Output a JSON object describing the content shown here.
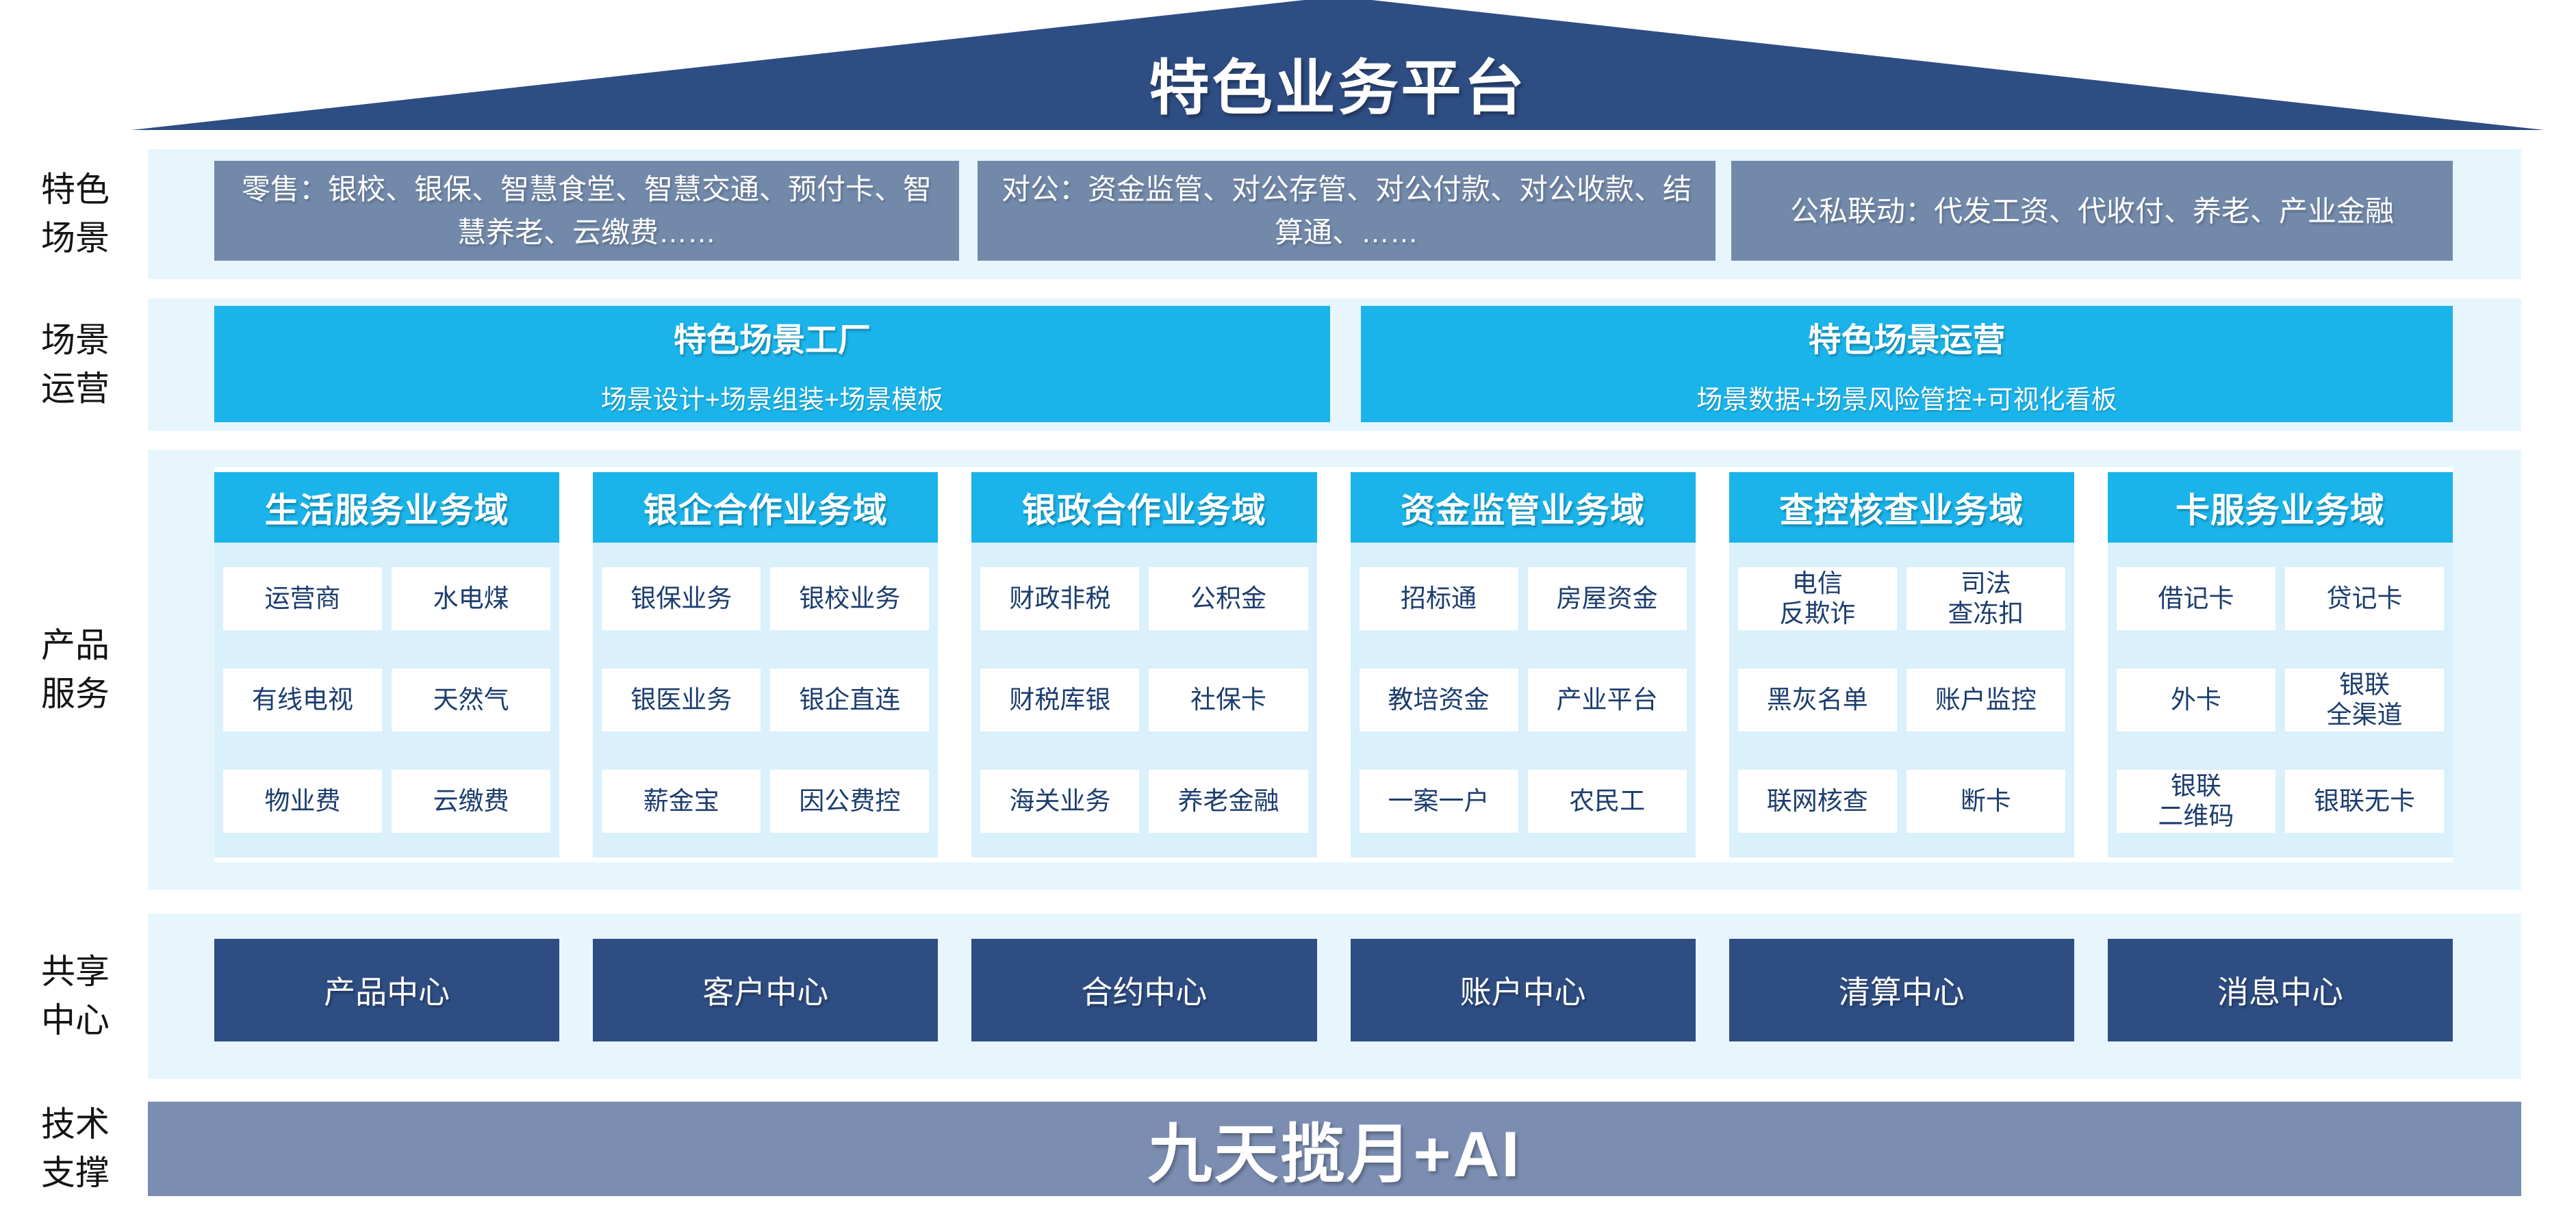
{
  "palette": {
    "roof_navy": "#2e4d83",
    "scene_box_slate": "#7289aa",
    "accent_cyan": "#1ab4ea",
    "band_light_blue": "#e7f6fd",
    "column_body_blue": "#daf0fb",
    "cell_text_navy": "#1c3d6e",
    "tech_bar_slate": "#7b8db1"
  },
  "roof": {
    "title": "特色业务平台"
  },
  "side_labels": [
    {
      "text": "特色\n场景"
    },
    {
      "text": "场景\n运营"
    },
    {
      "text": "产品\n服务"
    },
    {
      "text": "共享\n中心"
    },
    {
      "text": "技术\n支撑"
    }
  ],
  "scene_row": {
    "boxes": [
      "零售：银校、银保、智慧食堂、智慧交通、预付卡、智慧养老、云缴费……",
      "对公：资金监管、对公存管、对公付款、对公收款、结算通、……",
      "公私联动：代发工资、代收付、养老、产业金融"
    ]
  },
  "ops_row": {
    "boxes": [
      {
        "title": "特色场景工厂",
        "subtitle": "场景设计+场景组装+场景模板"
      },
      {
        "title": "特色场景运营",
        "subtitle": "场景数据+场景风险管控+可视化看板"
      }
    ]
  },
  "product_columns": [
    {
      "header": "生活服务业务域",
      "cells": [
        "运营商",
        "水电煤",
        "有线电视",
        "天然气",
        "物业费",
        "云缴费"
      ]
    },
    {
      "header": "银企合作业务域",
      "cells": [
        "银保业务",
        "银校业务",
        "银医业务",
        "银企直连",
        "薪金宝",
        "因公费控"
      ]
    },
    {
      "header": "银政合作业务域",
      "cells": [
        "财政非税",
        "公积金",
        "财税库银",
        "社保卡",
        "海关业务",
        "养老金融"
      ]
    },
    {
      "header": "资金监管业务域",
      "cells": [
        "招标通",
        "房屋资金",
        "教培资金",
        "产业平台",
        "一案一户",
        "农民工"
      ]
    },
    {
      "header": "查控核查业务域",
      "cells": [
        "电信\n反欺诈",
        "司法\n查冻扣",
        "黑灰名单",
        "账户监控",
        "联网核查",
        "断卡"
      ]
    },
    {
      "header": "卡服务业务域",
      "cells": [
        "借记卡",
        "贷记卡",
        "外卡",
        "银联\n全渠道",
        "银联\n二维码",
        "银联无卡"
      ]
    }
  ],
  "share_row": {
    "boxes": [
      "产品中心",
      "客户中心",
      "合约中心",
      "账户中心",
      "清算中心",
      "消息中心"
    ]
  },
  "tech_row": {
    "label": "九天揽月+AI"
  }
}
